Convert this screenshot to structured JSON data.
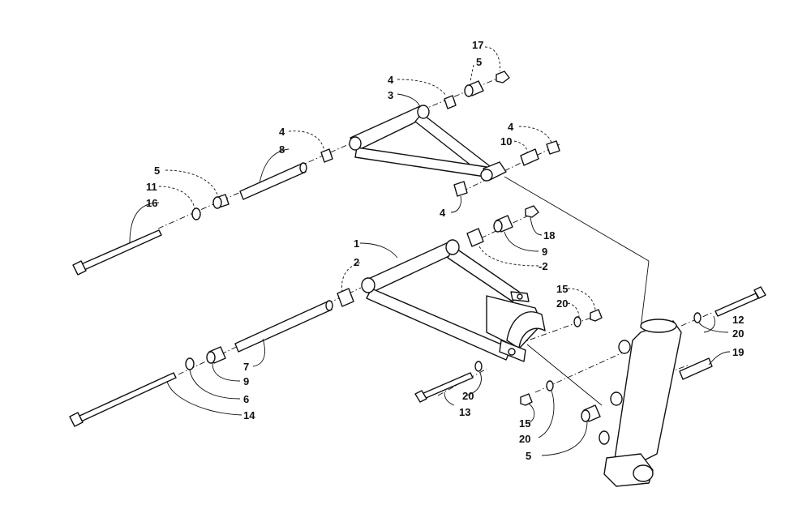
{
  "callouts": {
    "c1": "1",
    "c2a": "2",
    "c2b": "-2",
    "c3": "3",
    "c4a": "4",
    "c4b": "4",
    "c4c": "4",
    "c4d": "4",
    "c5a": "5",
    "c5b": "5",
    "c5c": "5",
    "c6": "6",
    "c7": "7",
    "c8": "8",
    "c9a": "9",
    "c9b": "9",
    "c10": "10",
    "c11": "11",
    "c12": "12",
    "c13": "13",
    "c14": "14",
    "c15a": "15",
    "c15b": "15",
    "c16": "16",
    "c17": "17",
    "c18": "18",
    "c19": "19",
    "c20a": "20",
    "c20b": "20",
    "c20c": "20",
    "c20d": "20"
  }
}
